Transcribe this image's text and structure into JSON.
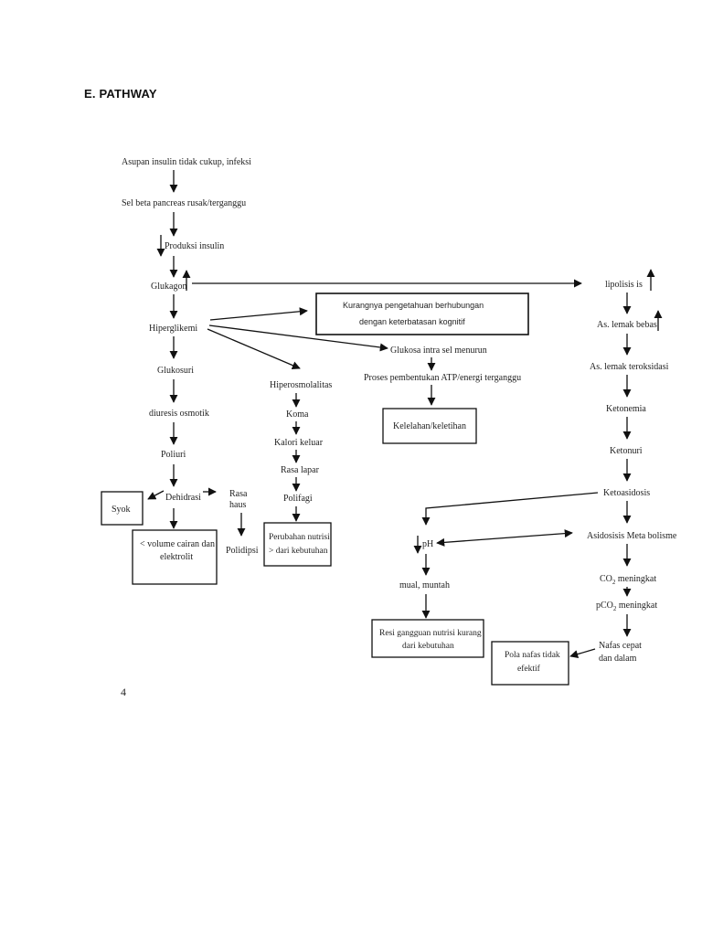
{
  "heading": "E. PATHWAY",
  "page_number": "4",
  "nodes": {
    "asupan": "Asupan  insulin tidak cukup, infeksi",
    "sel_beta": "Sel beta pancreas rusak/terganggu",
    "produksi_insulin": "Produksi insulin",
    "glukagon": "Glukagon",
    "hiperglikemi": "Hiperglikemi",
    "glukosuri": "Glukosuri",
    "diuresis": "diuresis osmotik",
    "poliuri": "Poliuri",
    "dehidrasi": "Dehidrasi",
    "syok": "Syok",
    "volume_line1": "< volume cairan dan",
    "volume_line2": "elektrolit",
    "rasa_haus_line1": "Rasa",
    "rasa_haus_line2": "haus",
    "polidipsi": "Polidipsi",
    "hiperosmolalitas": "Hiperosmolalitas",
    "koma": "Koma",
    "kalori_keluar": "Kalori keluar",
    "rasa_lapar": "Rasa lapar",
    "polifagi": "Polifagi",
    "perubahan_line1": "Perubahan nutrisi",
    "perubahan_line2": "> dari kebutuhan",
    "kurangnya_line1": "Kurangnya pengetahuan berhubungan",
    "kurangnya_line2": "dengan keterbatasan kognitif",
    "glukosa_intrasel": "Glukosa intra sel menurun",
    "proses_atp": "Proses pembentukan ATP/energi terganggu",
    "kelelahan": "Kelelahan/keletihan",
    "lipolisis": "lipolisis is",
    "as_lemak_bebas": "As. lemak bebas",
    "as_lemak_teroksidasi": "As. lemak teroksidasi",
    "ketonemia": "Ketonemia",
    "ketonuri": "Ketonuri",
    "ketoasidosis": "Ketoasidosis",
    "ph": "pH",
    "asidosis": "Asidosisis Meta bolisme",
    "mual": "mual, muntah",
    "resiko_line1": "Resi gangguan nutrisi kurang",
    "resiko_line2": "dari kebutuhan",
    "co2": "CO",
    "co2_sub": "2",
    "co2_suffix": " meningkat",
    "pco2": "pCO",
    "pco2_sub": "2",
    "pco2_suffix": " meningkat",
    "nafas_line1": "Nafas cepat",
    "nafas_line2": "dan dalam",
    "pola_line1": "Pola nafas tidak",
    "pola_line2": "efektif"
  }
}
